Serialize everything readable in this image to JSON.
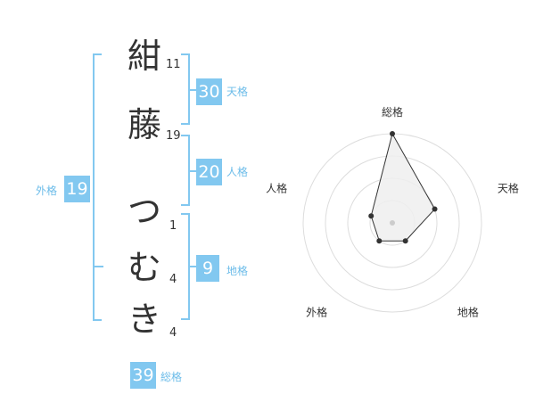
{
  "name_chars": [
    {
      "char": "紺",
      "strokes": "11"
    },
    {
      "char": "藤",
      "strokes": "19"
    },
    {
      "char": "つ",
      "strokes": "1"
    },
    {
      "char": "む",
      "strokes": "4"
    },
    {
      "char": "き",
      "strokes": "4"
    }
  ],
  "kaku": {
    "tenkaku": {
      "value": "30",
      "label": "天格"
    },
    "jinkaku": {
      "value": "20",
      "label": "人格"
    },
    "chikaku": {
      "value": "9",
      "label": "地格"
    },
    "gaikaku": {
      "value": "19",
      "label": "外格"
    },
    "soukaku": {
      "value": "39",
      "label": "総格"
    }
  },
  "colors": {
    "accent": "#82c8f0",
    "accent_text": "#6cbce9",
    "text": "#333333",
    "radar_fill": "#eeeeee",
    "ring": "#dddddd"
  },
  "chart_data": {
    "type": "radar",
    "axes": [
      "総格",
      "天格",
      "地格",
      "外格",
      "人格"
    ],
    "values": [
      4,
      2,
      1,
      1,
      1
    ],
    "rmax": 4,
    "rings": 4
  }
}
